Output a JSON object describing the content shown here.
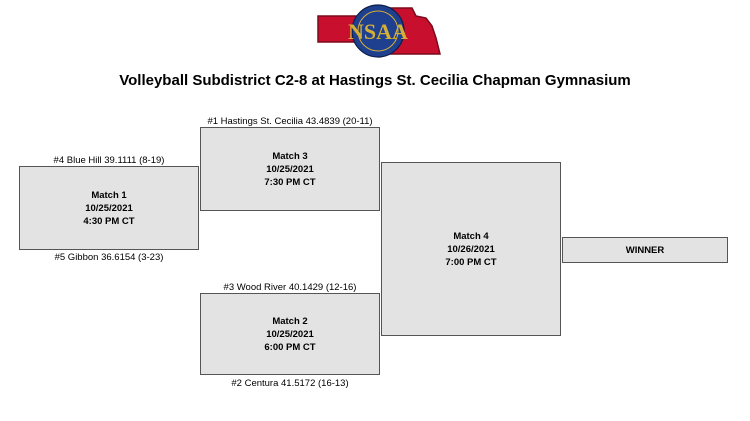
{
  "logo": {
    "text": "NSAA"
  },
  "title": "Volleyball Subdistrict C2-8 at Hastings St. Cecilia Chapman Gymnasium",
  "teams": {
    "t1": "#1 Hastings St. Cecilia 43.4839 (20-11)",
    "t4": "#4 Blue Hill 39.1111 (8-19)",
    "t5": "#5 Gibbon 36.6154 (3-23)",
    "t3": "#3 Wood River 40.1429 (12-16)",
    "t2": "#2 Centura 41.5172 (16-13)"
  },
  "matches": {
    "m1": {
      "name": "Match 1",
      "date": "10/25/2021",
      "time": "4:30 PM CT"
    },
    "m2": {
      "name": "Match 2",
      "date": "10/25/2021",
      "time": "6:00 PM CT"
    },
    "m3": {
      "name": "Match 3",
      "date": "10/25/2021",
      "time": "7:30 PM CT"
    },
    "m4": {
      "name": "Match 4",
      "date": "10/26/2021",
      "time": "7:00 PM CT"
    }
  },
  "winner": "WINNER"
}
